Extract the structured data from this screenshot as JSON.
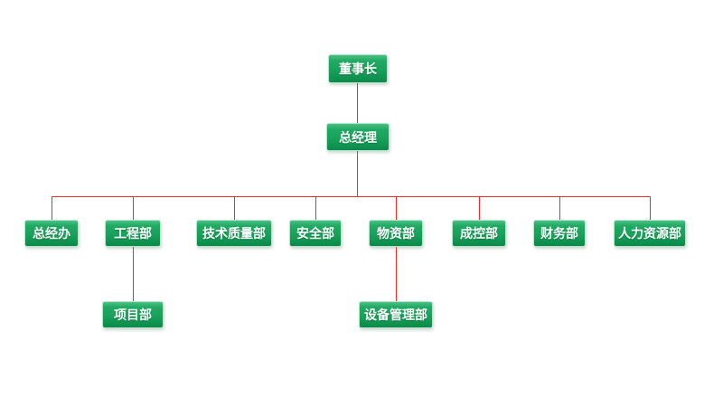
{
  "colors": {
    "background": "#ffffff",
    "node_green_top": "#4cc186",
    "node_green_mid": "#18a15b",
    "node_green_bottom": "#0c8a49",
    "node_border": "#b7e4cd",
    "node_text": "#ffffff",
    "connector": "#f12b2b"
  },
  "org_chart": {
    "type": "organization-chart",
    "chairman": {
      "label": "董事长"
    },
    "general_manager": {
      "label": "总经理"
    },
    "departments": [
      {
        "label": "总经办"
      },
      {
        "label": "工程部",
        "children": [
          {
            "label": "项目部"
          }
        ]
      },
      {
        "label": "技术质量部"
      },
      {
        "label": "安全部"
      },
      {
        "label": "物资部",
        "children": [
          {
            "label": "设备管理部"
          }
        ]
      },
      {
        "label": "成控部"
      },
      {
        "label": "财务部"
      },
      {
        "label": "人力资源部"
      }
    ]
  }
}
